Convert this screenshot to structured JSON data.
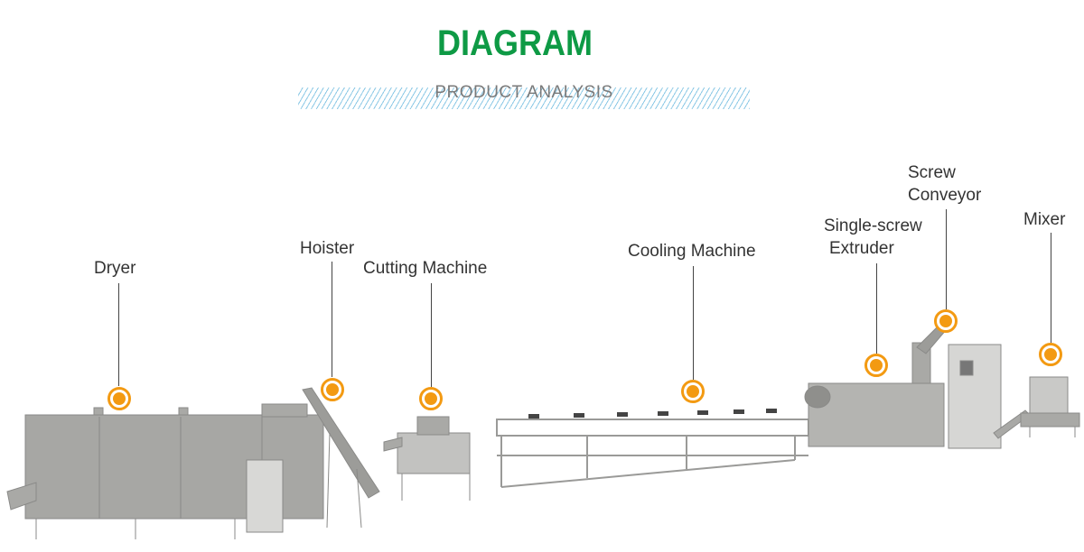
{
  "header": {
    "title": "DIAGRAM",
    "subtitle": "PRODUCT ANALYSIS"
  },
  "colors": {
    "title": "#0e9a45",
    "marker": "#f39a12",
    "stripes": "#8cc9e6",
    "machine": "#a9a9a6"
  },
  "components": [
    {
      "label": "Dryer"
    },
    {
      "label": "Hoister"
    },
    {
      "label": "Cutting Machine"
    },
    {
      "label": "Cooling Machine"
    },
    {
      "label_line1": "Single-screw",
      "label_line2": "Extruder"
    },
    {
      "label_line1": "Screw",
      "label_line2": "Conveyor"
    },
    {
      "label": "Mixer"
    }
  ]
}
